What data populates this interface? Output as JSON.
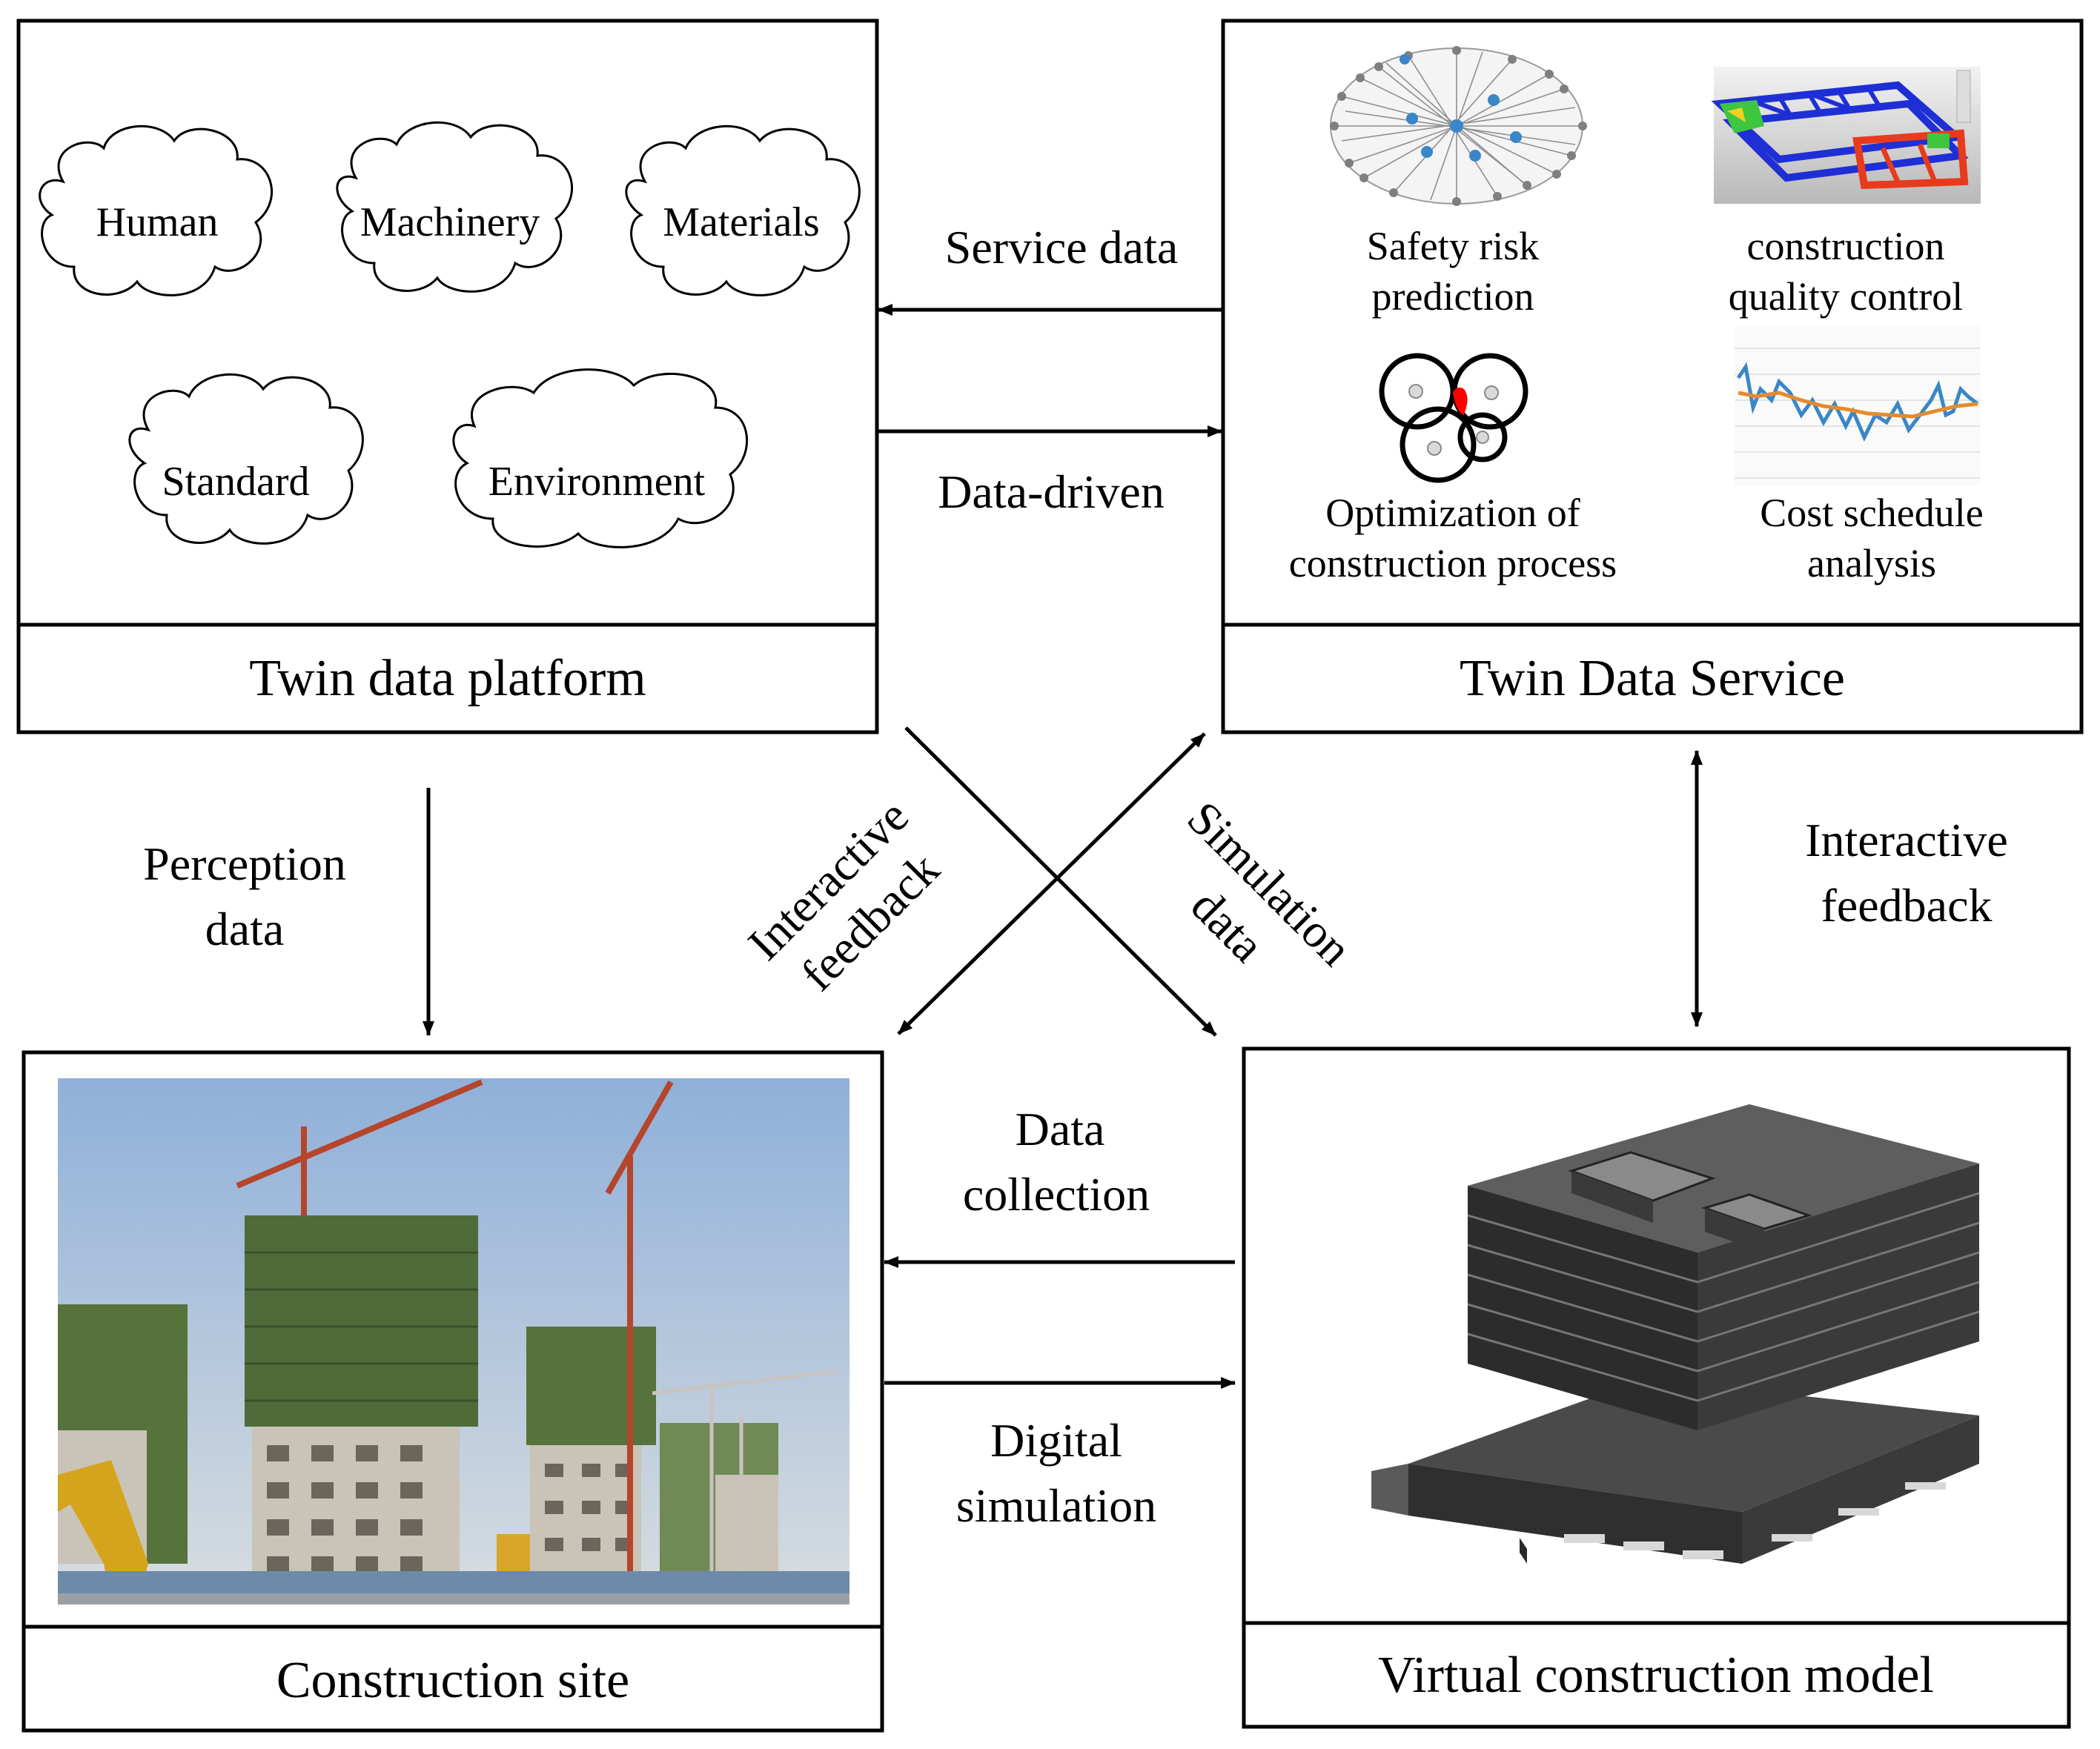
{
  "boxes": {
    "twin_data_platform": {
      "title": "Twin data platform",
      "clouds": [
        "Human",
        "Machinery",
        "Materials",
        "Standard",
        "Environment"
      ]
    },
    "twin_data_service": {
      "title": "Twin Data Service",
      "services": [
        {
          "line1": "Safety risk",
          "line2": "prediction",
          "icon": "network-graph-icon"
        },
        {
          "line1": "construction",
          "line2": "quality control",
          "icon": "truss-stress-model-icon"
        },
        {
          "line1": "Optimization of",
          "line2": "construction process",
          "icon": "circle-intersection-icon"
        },
        {
          "line1": "Cost schedule",
          "line2": "analysis",
          "icon": "line-chart-icon"
        }
      ]
    },
    "construction_site": {
      "title": "Construction site",
      "image": "construction-site-photo"
    },
    "virtual_model": {
      "title": "Virtual construction model",
      "image": "3d-building-model"
    }
  },
  "arrows": {
    "service_data": "Service data",
    "data_driven": "Data-driven",
    "perception": {
      "line1": "Perception",
      "line2": "data"
    },
    "interactive_feedback_right": {
      "line1": "Interactive",
      "line2": "feedback"
    },
    "interactive_feedback_diag": {
      "line1": "Interactive",
      "line2": "feedback"
    },
    "simulation_data": {
      "line1": "Simulation",
      "line2": "data"
    },
    "data_collection": {
      "line1": "Data",
      "line2": "collection"
    },
    "digital_simulation": {
      "line1": "Digital",
      "line2": "simulation"
    }
  },
  "colors": {
    "sky": "#9db7d6",
    "scaffold_green": "#4f6b3a",
    "concrete": "#c9c3b8",
    "crane_red": "#b5452b",
    "excavator_yellow": "#d4a41c",
    "model_gray": "#4a4a4a",
    "red_marker": "#ff0000",
    "stress_blue": "#1f2fd6",
    "chart_blue": "#3a86c8",
    "chart_orange": "#e58a2c"
  }
}
